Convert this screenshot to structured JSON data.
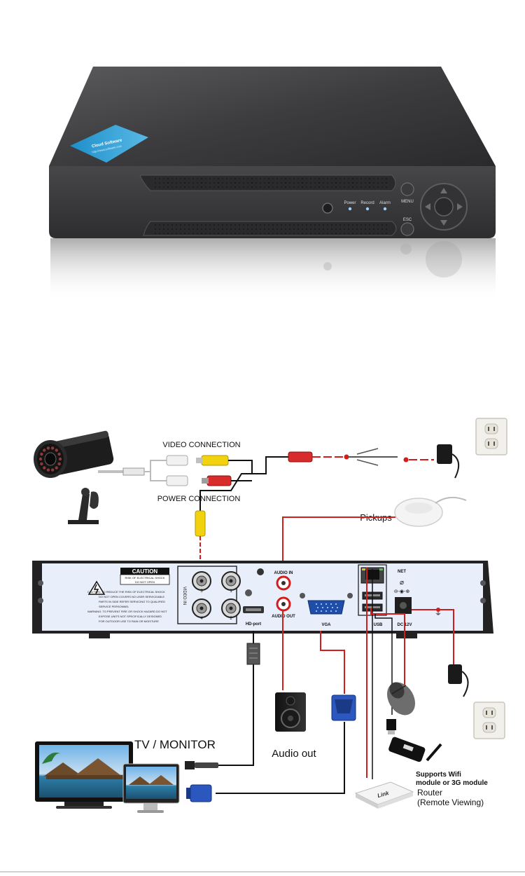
{
  "product_front": {
    "logo_text": "Cloud Software",
    "logo_subtext": "http://www.software.com",
    "led_labels": [
      "Power",
      "Record",
      "Alarm"
    ],
    "button_menu": "MENU",
    "button_esc": "ESC"
  },
  "diagram": {
    "video_connection": "VIDEO CONNECTION",
    "power_connection": "POWER CONNECTION",
    "pickups": "Pickups",
    "caution_title": "CAUTION",
    "caution_line1": "RISK OF ELECTRICAL SHOCK",
    "caution_line2": "DO NOT OPEN",
    "caution_body": [
      "CAUTION: TO REDUCE THE RISK OF ELECTRICAL SHOCK",
      "DO NOT OPEN COVERS NO USER SERVICEABLE",
      "PARTS IN SIDE REFER SERVICING TO QUALIFIED",
      "SERVICE PERSONNEL",
      "WARNING: TO PREVENT FIRE OR SHOCK HAZARD DO NOT",
      "EXPOSE UNITS NOT SPECIFICALLY DESIGNED",
      "FOR OUTDOOR USE TO RAIN OR MOISTURE"
    ],
    "video_in": "VIDEO IN",
    "bnc_numbers": [
      "3",
      "1",
      "4",
      "2"
    ],
    "audio_in": "AUDIO IN",
    "audio_out": "AUDIO OUT",
    "hd_port": "HD-port",
    "vga": "VGA",
    "net": "NET",
    "usb": "USB",
    "dc": "DC 12V",
    "tv_monitor": "TV / MONITOR",
    "audio_out_label": "Audio out",
    "wifi_line1": "Supports Wifi",
    "wifi_line2": "module or 3G module",
    "router_line1": "Router",
    "router_line2": "(Remote Viewing)",
    "router_brand": "Link"
  },
  "colors": {
    "red_wire": "#d21d1d",
    "black_wire": "#1a1a1a",
    "panel_blue": "#e9eefb",
    "chassis": "#2a2a2a"
  }
}
